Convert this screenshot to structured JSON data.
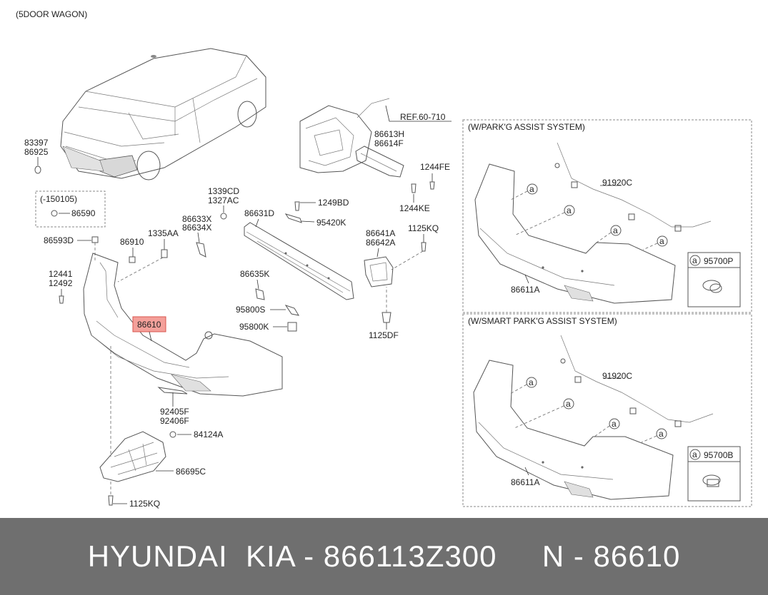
{
  "header": {
    "variant": "(5DOOR WAGON)"
  },
  "reference": "REF.60-710",
  "labels": {
    "p83397": "83397",
    "p86925": "86925",
    "p150105": "(-150105)",
    "p86590": "86590",
    "p86593D": "86593D",
    "p86910": "86910",
    "p1335AA": "1335AA",
    "p12441": "12441",
    "p12492": "12492",
    "p1339CD": "1339CD",
    "p1327AC": "1327AC",
    "p86633X": "86633X",
    "p86634X": "86634X",
    "p86631D": "86631D",
    "p1249BD": "1249BD",
    "p95420K": "95420K",
    "p86613H": "86613H",
    "p86614F": "86614F",
    "p1244FE": "1244FE",
    "p1244KE": "1244KE",
    "p86641A": "86641A",
    "p86642A": "86642A",
    "p1125KQ_a": "1125KQ",
    "p86635K": "86635K",
    "p95800S": "95800S",
    "p95800K": "95800K",
    "p1125DF": "1125DF",
    "p86610": "86610",
    "p92405F": "92405F",
    "p92406F": "92406F",
    "p84124A": "84124A",
    "p86695C": "86695C",
    "p1125KQ_b": "1125KQ"
  },
  "panel_park": {
    "title": "(W/PARK'G ASSIST SYSTEM)",
    "harness": "91920C",
    "bumper": "86611A",
    "sensor": "95700P",
    "callout": "a"
  },
  "panel_smart": {
    "title": "(W/SMART PARK'G ASSIST SYSTEM)",
    "harness": "91920C",
    "bumper": "86611A",
    "sensor": "95700B",
    "callout": "a"
  },
  "highlight_color": "#f4a09a",
  "footer": {
    "text": "HYUNDAI  KIA - 866113Z300     N - 86610"
  }
}
